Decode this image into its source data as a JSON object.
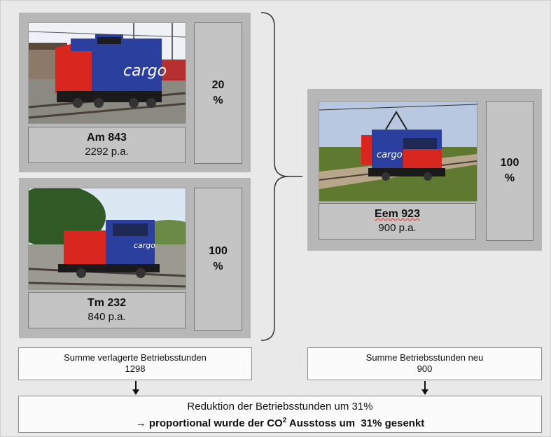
{
  "locomotives": {
    "am843": {
      "name": "Am 843",
      "hours": "2292 p.a.",
      "percent": "20",
      "percent_sign": "%",
      "photo_label": "cargo"
    },
    "tm232": {
      "name": "Tm 232",
      "hours": "840 p.a.",
      "percent": "100",
      "percent_sign": "%",
      "photo_label": "cargo"
    },
    "eem923": {
      "name": "Eem 923",
      "hours": "900 p.a.",
      "percent": "100",
      "percent_sign": "%",
      "photo_label": "cargo"
    }
  },
  "sums": {
    "left": {
      "label": "Summe verlagerte Betriebsstunden",
      "value": "1298"
    },
    "right": {
      "label": "Summe Betriebsstunden neu",
      "value": "900"
    }
  },
  "result": {
    "line1": "Reduktion der Betriebsstunden um 31%",
    "line2_prefix": "→ proportional wurde der CO",
    "line2_sup": "2",
    "line2_suffix": " Ausstoss um  31% gesenkt"
  },
  "colors": {
    "loco_red": "#d9271f",
    "loco_blue": "#2a3f9e",
    "panel_grey": "#b7b7b7",
    "caption_grey": "#c4c4c4"
  }
}
